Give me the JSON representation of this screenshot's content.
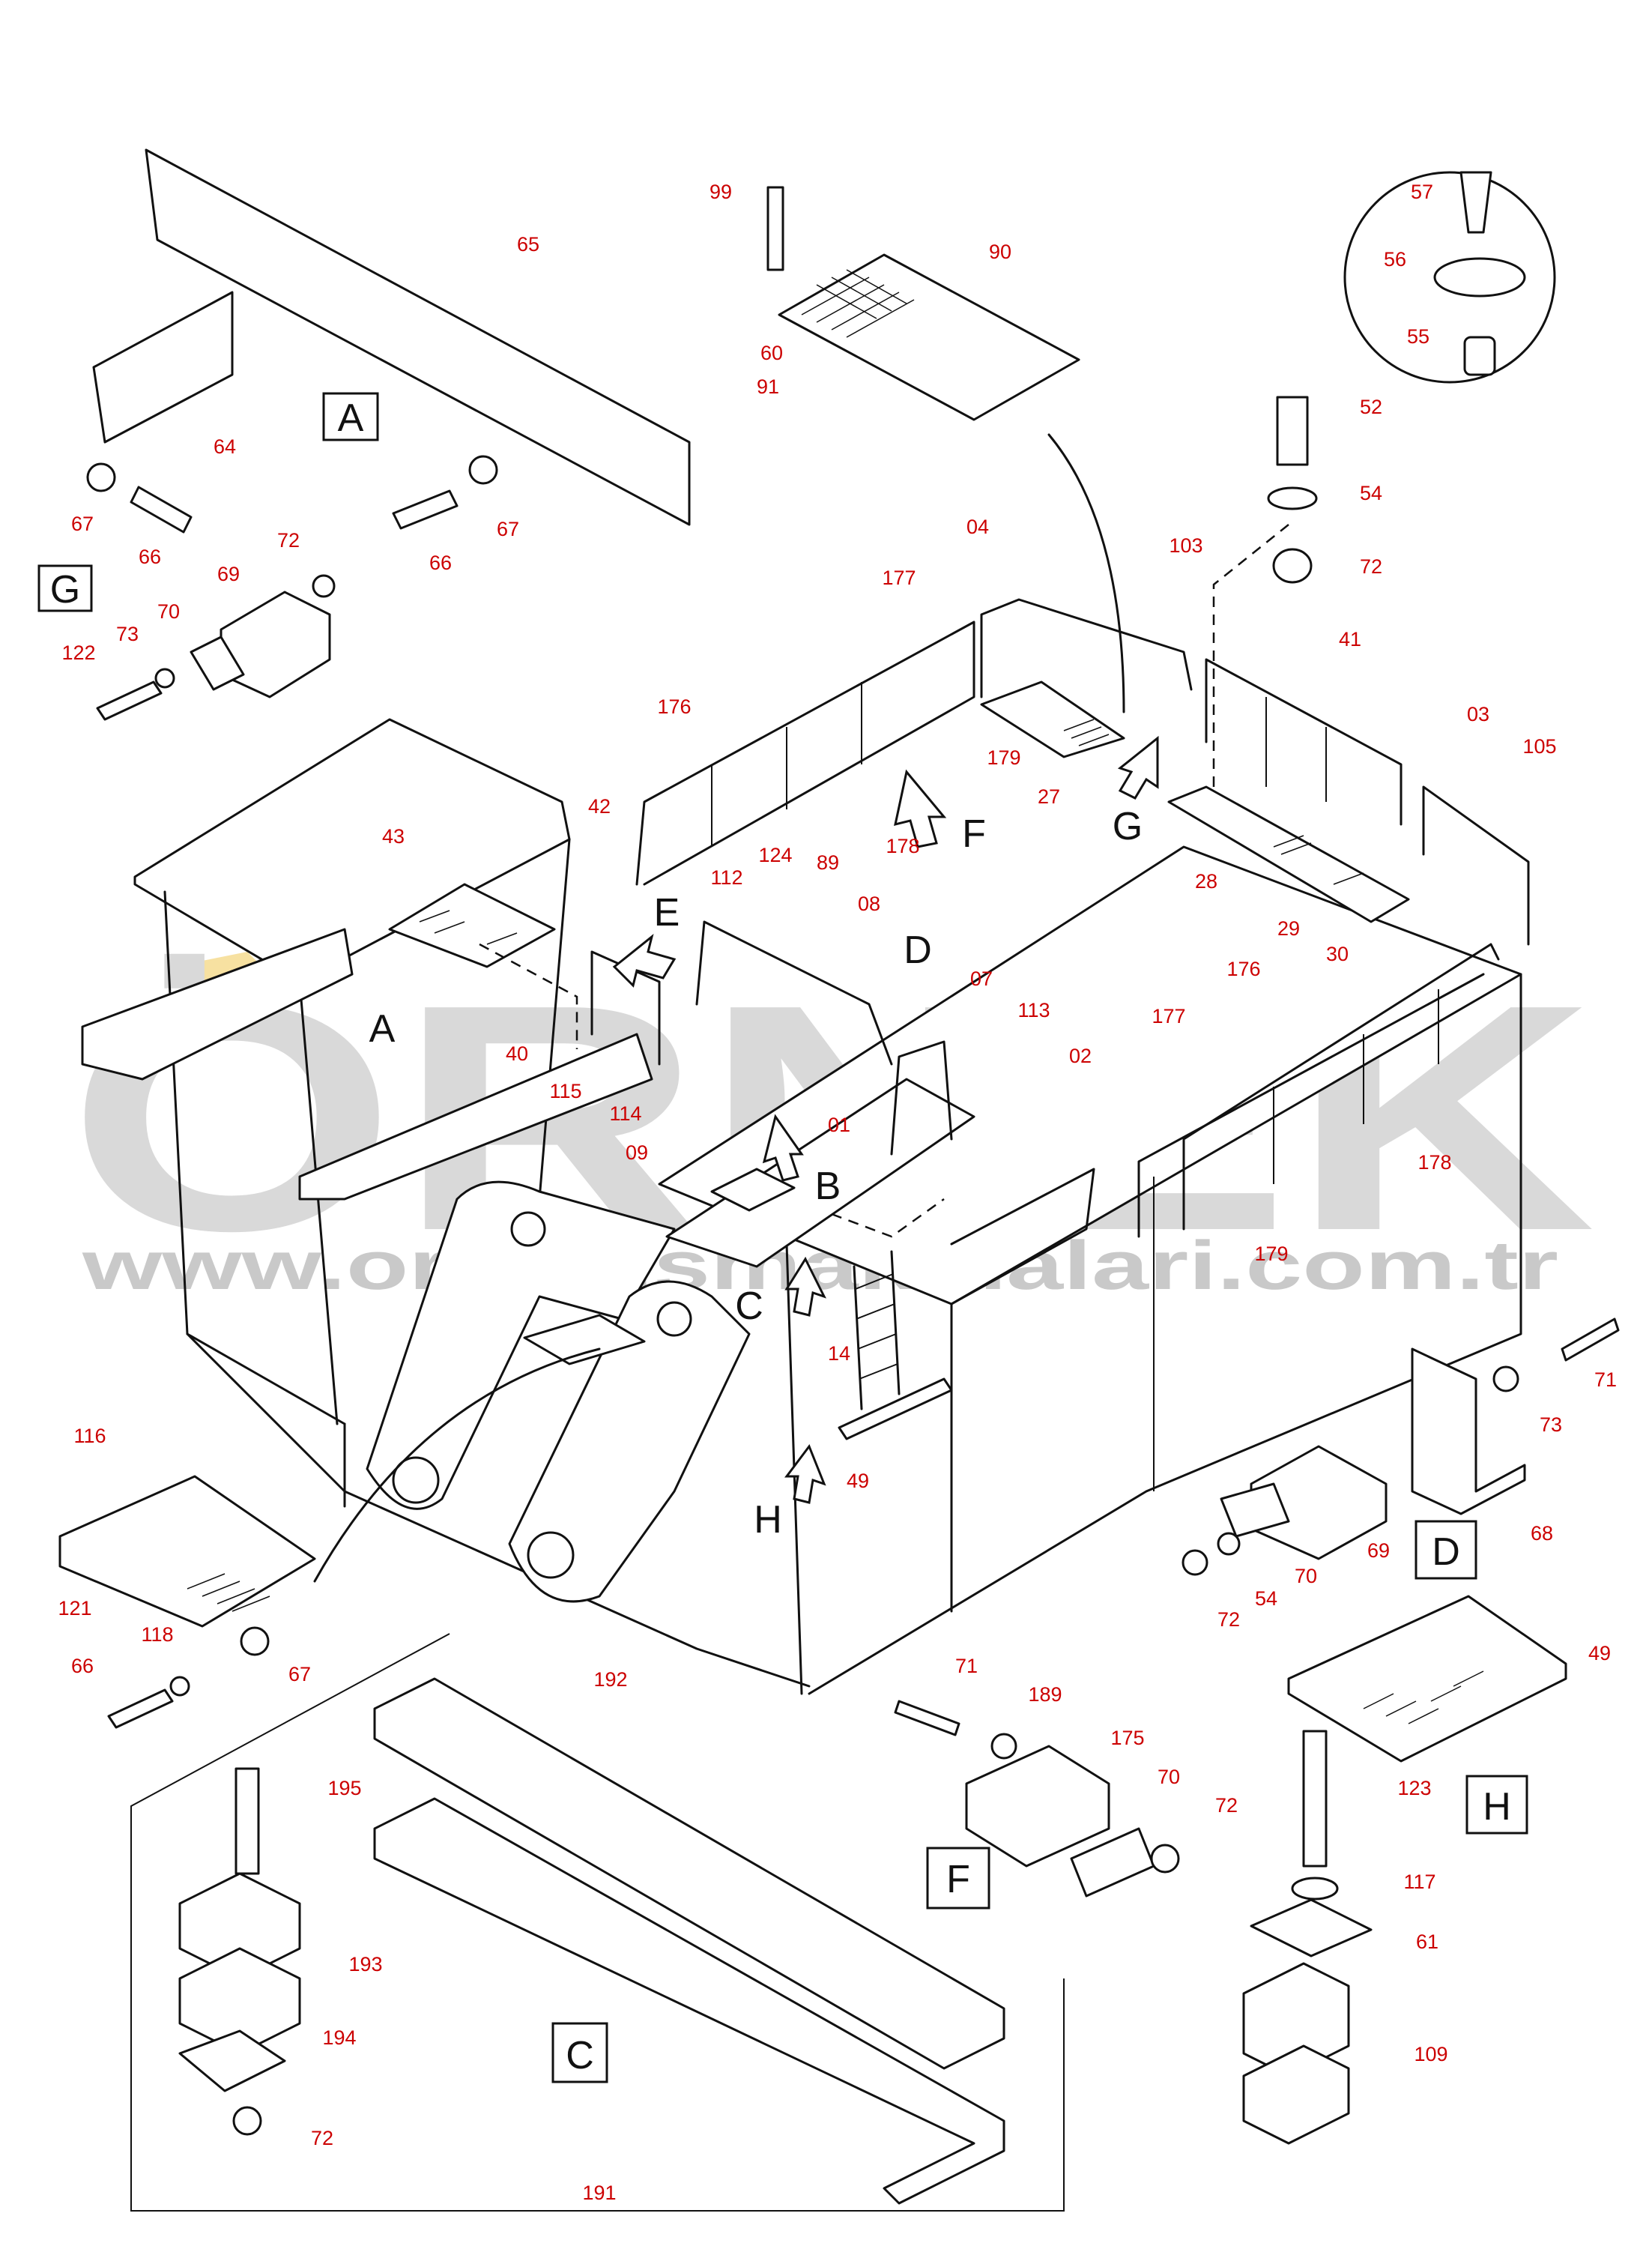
{
  "watermark": {
    "brand": "ÖRNEK",
    "url": "www.ornekismakinalari.com.tr",
    "color": "#d9d9d9",
    "accent_color": "#f5d98a"
  },
  "colors": {
    "label": "#cc0000",
    "line": "#111111"
  },
  "detail_views": [
    {
      "id": "A",
      "letter": "A"
    },
    {
      "id": "B",
      "letter": "B"
    },
    {
      "id": "C",
      "letter": "C"
    },
    {
      "id": "D",
      "letter": "D"
    },
    {
      "id": "E",
      "letter": "E"
    },
    {
      "id": "F",
      "letter": "F"
    },
    {
      "id": "G",
      "letter": "G"
    },
    {
      "id": "H",
      "letter": "H"
    }
  ],
  "part_labels": [
    "99",
    "90",
    "60",
    "91",
    "57",
    "56",
    "55",
    "52",
    "54",
    "72",
    "65",
    "64",
    "67",
    "66",
    "67",
    "66",
    "69",
    "72",
    "70",
    "73",
    "122",
    "04",
    "177",
    "103",
    "41",
    "03",
    "105",
    "176",
    "179",
    "27",
    "178",
    "42",
    "43",
    "124",
    "112",
    "89",
    "08",
    "07",
    "113",
    "02",
    "01",
    "40",
    "115",
    "114",
    "09",
    "28",
    "29",
    "30",
    "176",
    "177",
    "178",
    "179",
    "14",
    "49",
    "116",
    "121",
    "118",
    "66",
    "67",
    "71",
    "73",
    "68",
    "69",
    "70",
    "72",
    "54",
    "192",
    "195",
    "193",
    "194",
    "72",
    "191",
    "71",
    "189",
    "175",
    "70",
    "72",
    "49",
    "123",
    "117",
    "61",
    "109"
  ]
}
